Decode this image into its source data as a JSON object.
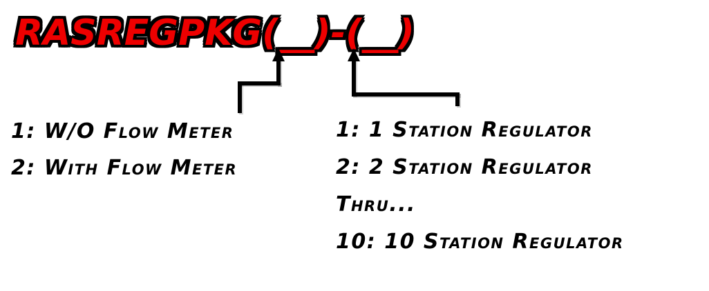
{
  "model_code": {
    "title": "RASREGPKG(__)-(__)",
    "color": "#ee0000",
    "outline_color": "#000000"
  },
  "flow_meter_legend": {
    "items": [
      "1: W/O Flow Meter",
      "2: With Flow Meter"
    ]
  },
  "station_legend": {
    "items": [
      "1: 1 Station Regulator",
      "2: 2 Station Regulator",
      "Thru...",
      "10: 10 Station Regulator"
    ]
  }
}
